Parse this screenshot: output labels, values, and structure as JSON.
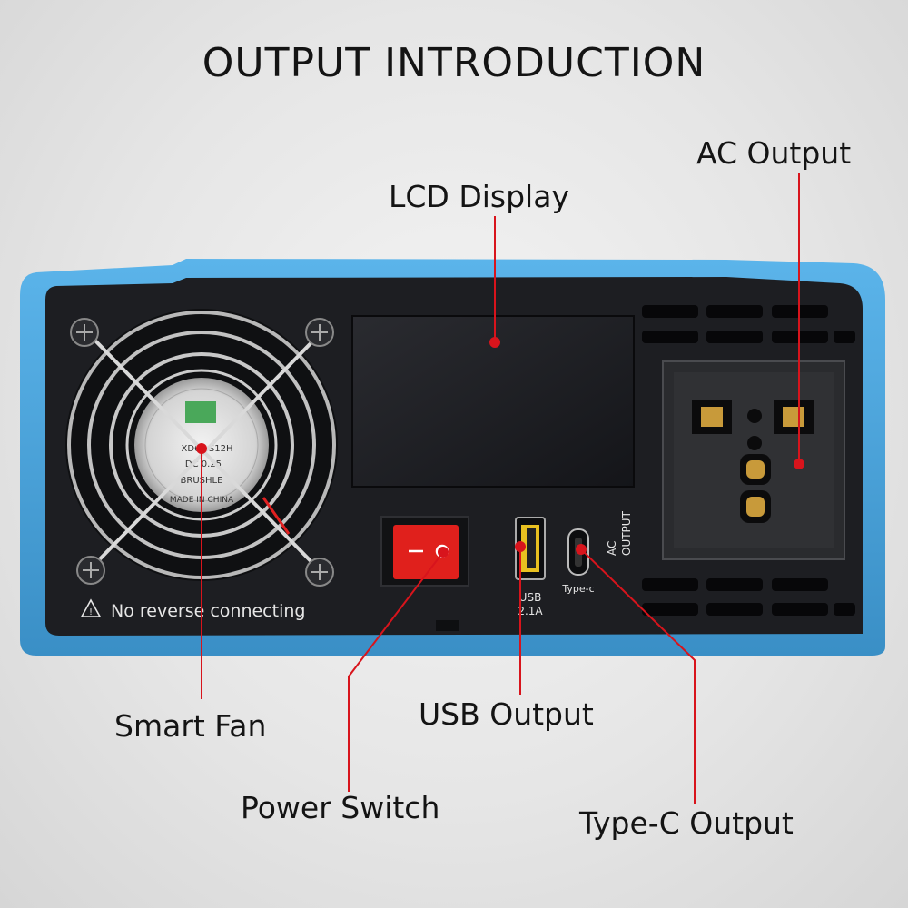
{
  "title": "OUTPUT INTRODUCTION",
  "callouts": {
    "lcd": "LCD Display",
    "ac": "AC Output",
    "fan": "Smart Fan",
    "usb": "USB Output",
    "power": "Power Switch",
    "typec": "Type-C Output"
  },
  "panel": {
    "warning": "No reverse connecting",
    "usb_label_line1": "USB",
    "usb_label_line2": "2.1A",
    "typec_label": "Type-c",
    "ac_label_line1": "AC",
    "ac_label_line2": "OUTPUT"
  },
  "fan_sticker": {
    "model": "XD60  S12H",
    "dc": "DC      0.25",
    "brush": "BRUSHLE",
    "origin": "MADE IN CHINA"
  },
  "colors": {
    "case_blue": "#4aa3dc",
    "panel_black": "#1c1d20",
    "switch_red": "#e0201c",
    "callout_red": "#d8141c"
  }
}
